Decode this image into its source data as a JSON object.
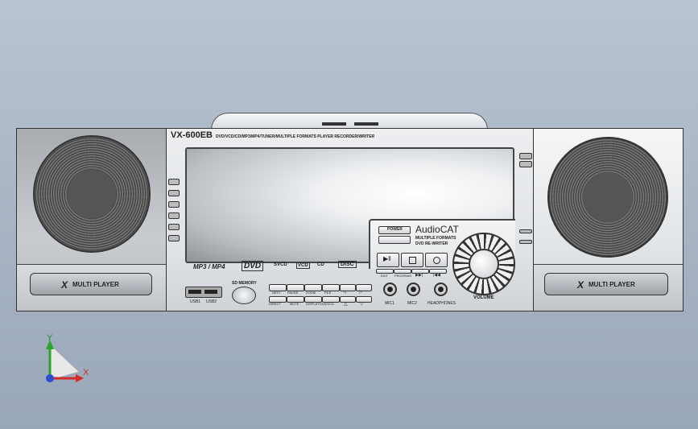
{
  "device": {
    "model": "VX-600EB",
    "feature_line": "DVD/VCD/CD/MP3/MP4/TUNER/MULTIPLE FORMATS PLAYER RECORDER/WRITER",
    "formats": [
      "MP3 / MP4",
      "DVD",
      "SVCD",
      "VCD",
      "CD",
      "DISC"
    ],
    "brand": "AudioCAT",
    "brand_sub_1": "MULTIPLE FORMATS",
    "brand_sub_2": "DVD RE-WRITER",
    "power_label": "POWER",
    "sd_label": "SD MEMORY",
    "usb_labels": [
      "USB1",
      "USB2"
    ],
    "transport_top": [
      "NEXT",
      "PAUSE",
      "ZOOM",
      "FILE"
    ],
    "transport_bottom": [
      "DIRECT",
      "MUTE",
      "DISPLAY",
      "DVD/VCD"
    ],
    "right_buttons": [
      "EDIT",
      "PROGRAM",
      "▶▶|",
      "|◀◀"
    ],
    "jack_labels": [
      "MIC1",
      "MIC2",
      "HEADPHONES"
    ],
    "volume_label": "VOLUME",
    "speaker_badge": "MULTI PLAYER",
    "badge_initial": "X"
  },
  "axes": {
    "y_label": "Y",
    "x_label": "X"
  },
  "colors": {
    "axis_y": "#2aa52a",
    "axis_x": "#d42a2a",
    "axis_z": "#2a4fd4"
  }
}
